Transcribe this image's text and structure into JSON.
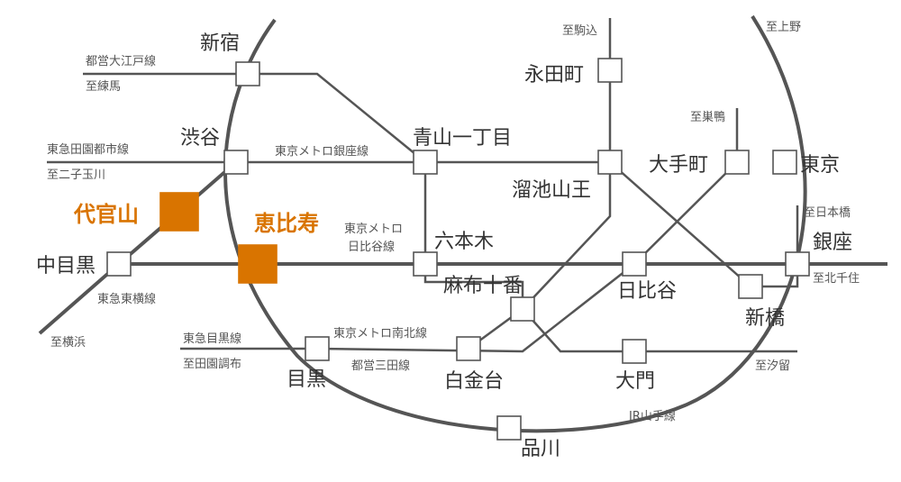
{
  "map": {
    "stations": {
      "shinjuku": "新宿",
      "shibuya": "渋谷",
      "daikanyama": "代官山",
      "ebisu": "恵比寿",
      "nakameguro": "中目黒",
      "meguro": "目黒",
      "shirokanedai": "白金台",
      "daimon": "大門",
      "shinagawa": "品川",
      "aoyama_itchome": "青山一丁目",
      "roppongi": "六本木",
      "azabu_juban": "麻布十番",
      "nagatacho": "永田町",
      "tameike_sanno": "溜池山王",
      "hibiya": "日比谷",
      "otemachi": "大手町",
      "tokyo": "東京",
      "ginza": "銀座",
      "shimbashi": "新橋"
    },
    "lines": {
      "toei_oedo": "都営大江戸線",
      "tokyu_denentoshi": "東急田園都市線",
      "ginza_line": "東京メトロ銀座線",
      "hibiya_line_1": "東京メトロ",
      "hibiya_line_2": "日比谷線",
      "tokyu_toyoko": "東急東横線",
      "tokyu_meguro": "東急目黒線",
      "namboku": "東京メトロ南北線",
      "mita": "都営三田線",
      "yamanote": "JR山手線"
    },
    "directions": {
      "nerima": "至練馬",
      "futako_tamagawa": "至二子玉川",
      "yokohama": "至横浜",
      "denenchofu": "至田園調布",
      "komagome": "至駒込",
      "ueno": "至上野",
      "sugamo": "至巣鴨",
      "nihombashi": "至日本橋",
      "kita_senju": "至北千住",
      "shiodome": "至汐留"
    },
    "colors": {
      "line": "#555555",
      "highlight": "#d97400",
      "text": "#333333"
    }
  }
}
